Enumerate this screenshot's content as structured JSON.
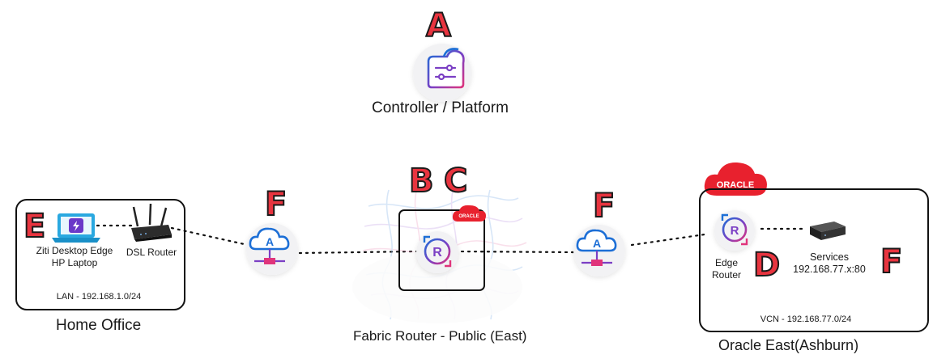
{
  "markers": {
    "a": "A",
    "b": "B",
    "c": "C",
    "d": "D",
    "e": "E",
    "f_left": "F",
    "f_mid": "F",
    "f_right": "F"
  },
  "controller": {
    "label": "Controller / Platform"
  },
  "home_office": {
    "title": "Home Office",
    "laptop_label_1": "Ziti Desktop Edge",
    "laptop_label_2": "HP Laptop",
    "router_label": "DSL Router",
    "lan_label": "LAN - 192.168.1.0/24"
  },
  "fabric": {
    "title": "Fabric Router - Public (East)",
    "oracle_badge": "ORACLE"
  },
  "oracle": {
    "title": "Oracle East(Ashburn)",
    "badge": "ORACLE",
    "edge_router_label_1": "Edge",
    "edge_router_label_2": "Router",
    "services_label_1": "Services",
    "services_label_2": "192.168.77.x:80",
    "vcn_label": "VCN - 192.168.77.0/24"
  },
  "colors": {
    "marker_red": "#e8343f",
    "accent_blue": "#1d6fd6",
    "accent_purple": "#7b3fc4",
    "accent_pink": "#e0347b",
    "oracle_red": "#e8212e"
  }
}
